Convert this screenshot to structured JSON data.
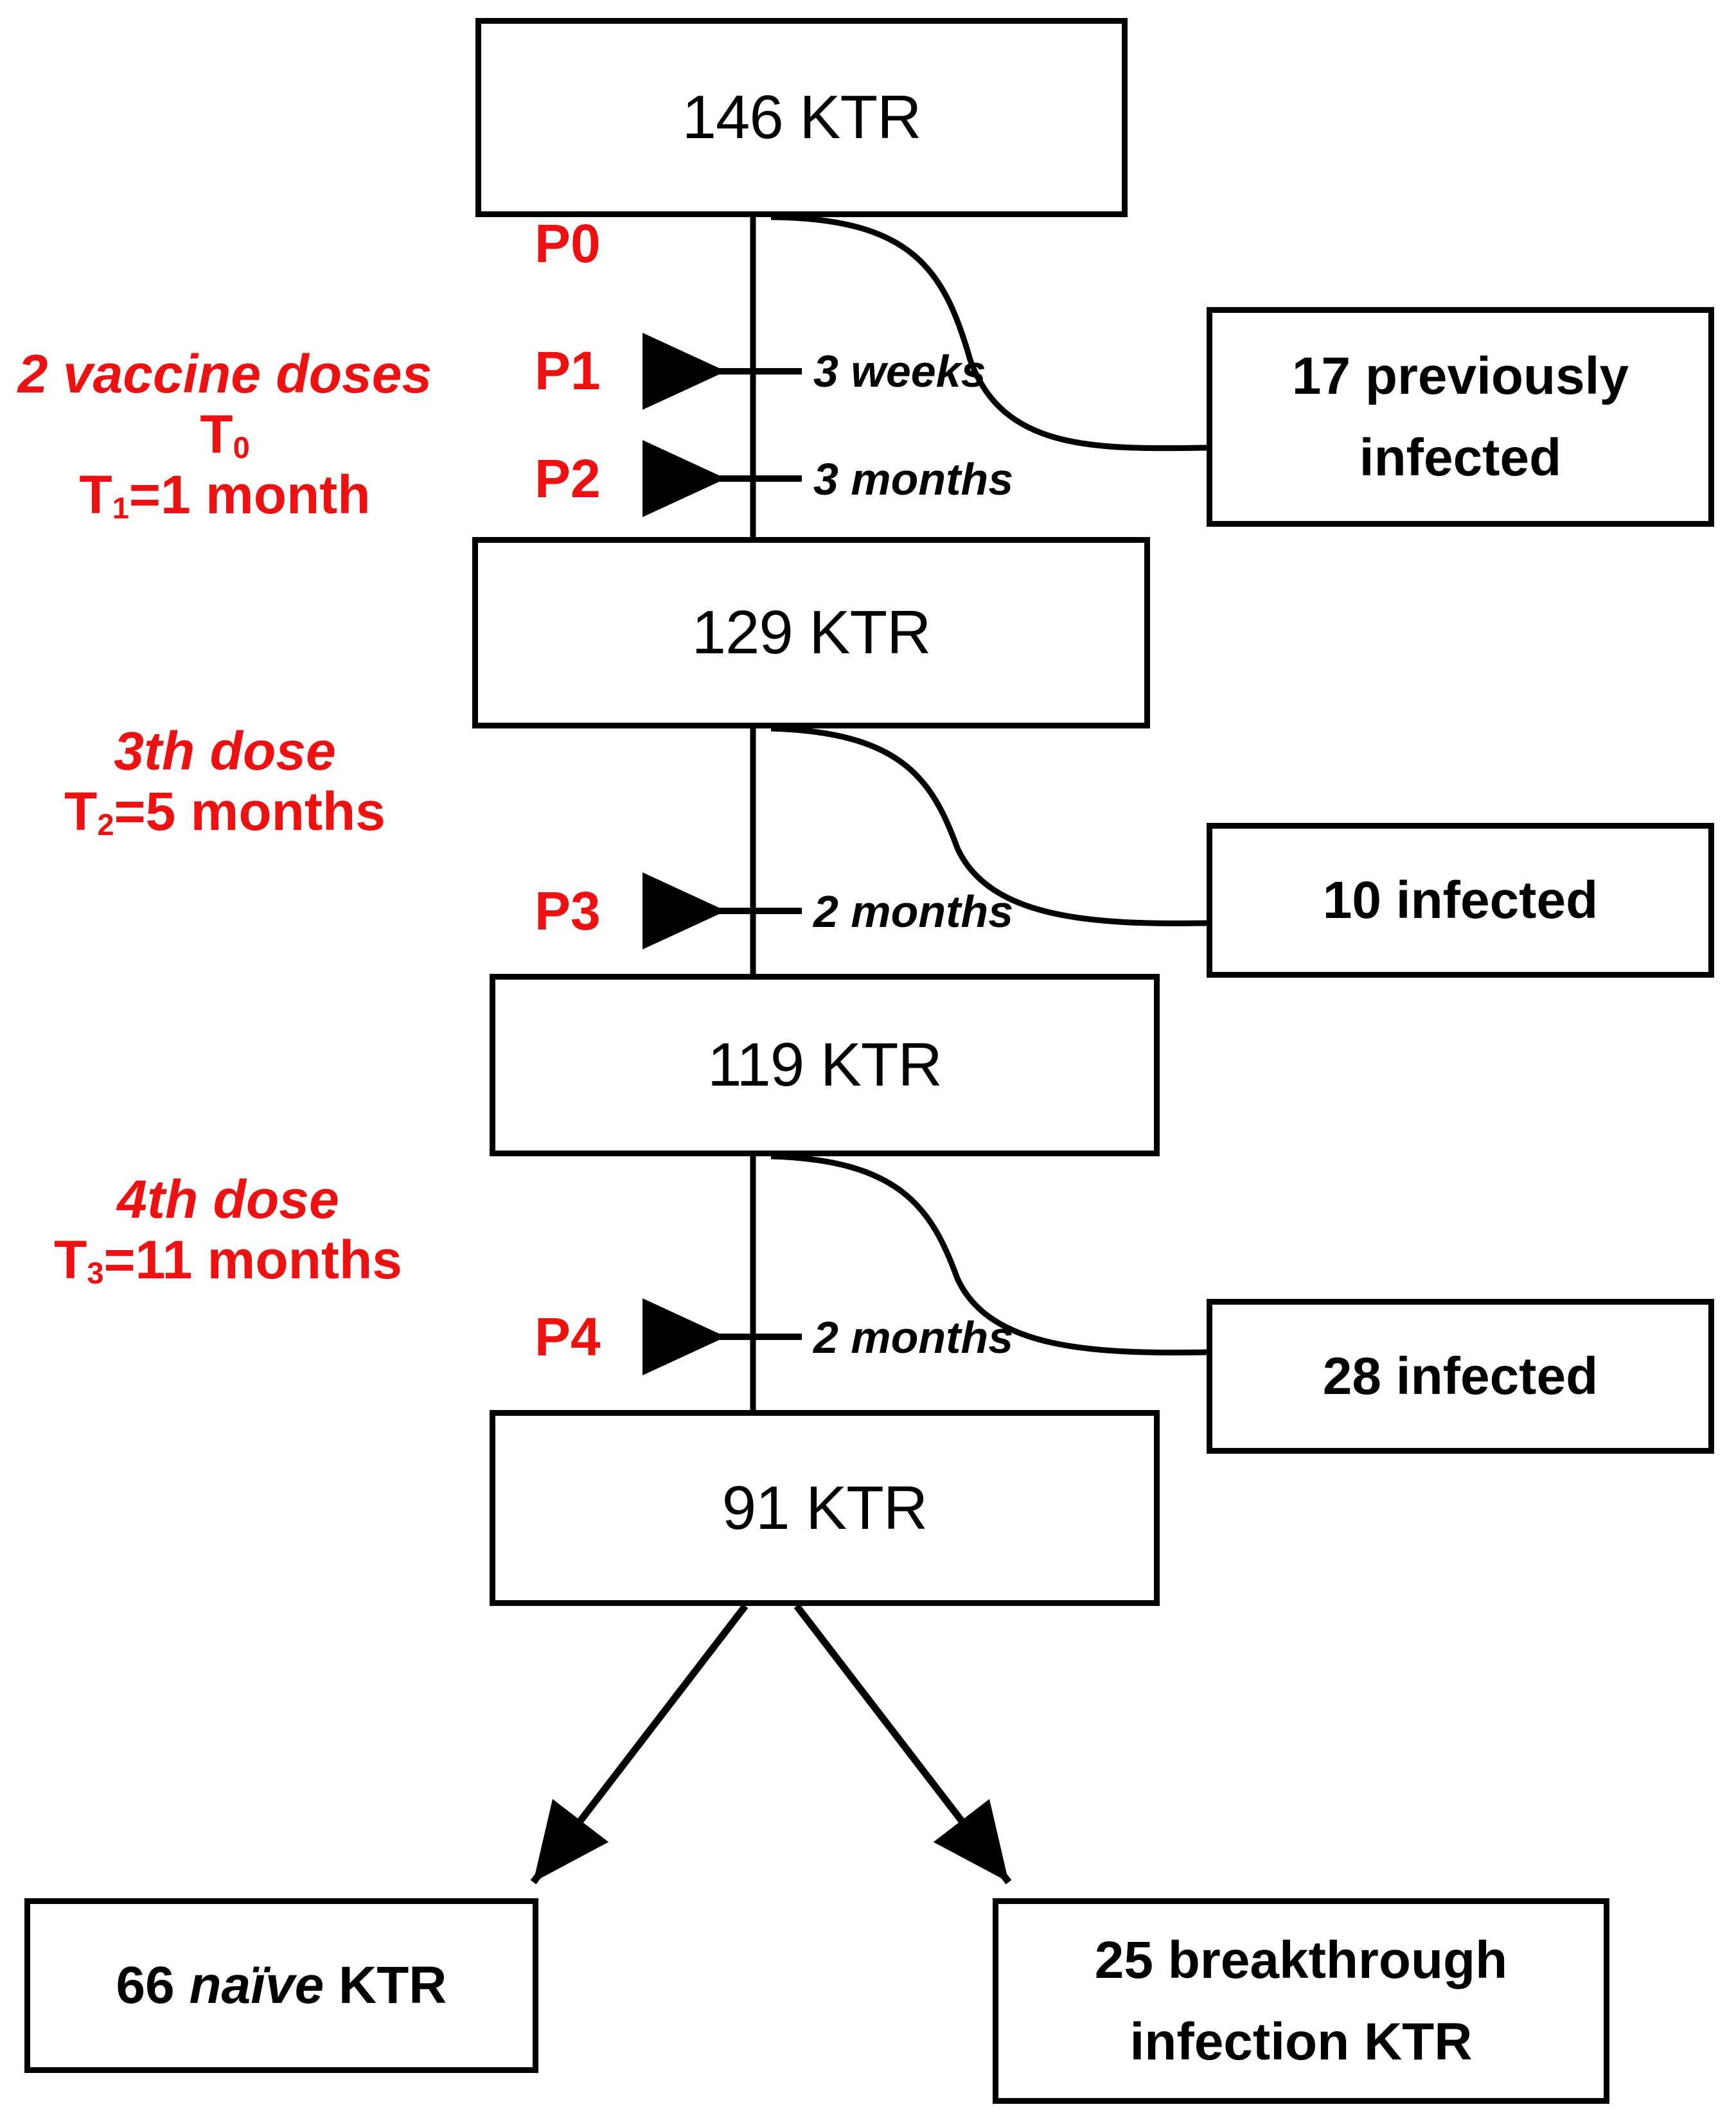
{
  "diagram": {
    "title": "KTR vaccination and infection flow",
    "colors": {
      "accent_red": "#ee1111",
      "line_black": "#000000",
      "background": "#ffffff"
    },
    "main_nodes": [
      {
        "id": "n146",
        "label": "146 KTR"
      },
      {
        "id": "n129",
        "label": "129 KTR"
      },
      {
        "id": "n119",
        "label": "119 KTR"
      },
      {
        "id": "n91",
        "label": "91 KTR"
      }
    ],
    "side_nodes": [
      {
        "id": "s17",
        "line1": "17 previously",
        "line2": "infected"
      },
      {
        "id": "s10",
        "line1": "10 infected",
        "line2": ""
      },
      {
        "id": "s28",
        "line1": "28 infected",
        "line2": ""
      }
    ],
    "outcome_nodes": [
      {
        "id": "o66",
        "pre": "66 ",
        "italic": "naïve",
        "post": " KTR",
        "line2": ""
      },
      {
        "id": "o25",
        "pre": "",
        "italic": "",
        "post": "25 breakthrough",
        "line2": "infection KTR"
      }
    ],
    "stage_labels": [
      {
        "id": "stage1",
        "dose": "2 vaccine doses",
        "time1": "T",
        "time1_sub": "0",
        "time1_rest": "",
        "time2": "T",
        "time2_sub": "1",
        "time2_rest": "=1 month"
      },
      {
        "id": "stage2",
        "dose": "3th dose",
        "time1": "T",
        "time1_sub": "2",
        "time1_rest": "=5 months",
        "time2": "",
        "time2_sub": "",
        "time2_rest": ""
      },
      {
        "id": "stage3",
        "dose": "4th dose",
        "time1": "T",
        "time1_sub": "3",
        "time1_rest": "=11 months",
        "time2": "",
        "time2_sub": "",
        "time2_rest": ""
      }
    ],
    "timepoints": [
      {
        "id": "p0",
        "label": "P0"
      },
      {
        "id": "p1",
        "label": "P1"
      },
      {
        "id": "p2",
        "label": "P2"
      },
      {
        "id": "p3",
        "label": "P3"
      },
      {
        "id": "p4",
        "label": "P4"
      }
    ],
    "intervals": [
      {
        "id": "i1",
        "label": "3 weeks"
      },
      {
        "id": "i2",
        "label": "3 months"
      },
      {
        "id": "i3",
        "label": "2 months"
      },
      {
        "id": "i4",
        "label": "2 months"
      }
    ]
  }
}
